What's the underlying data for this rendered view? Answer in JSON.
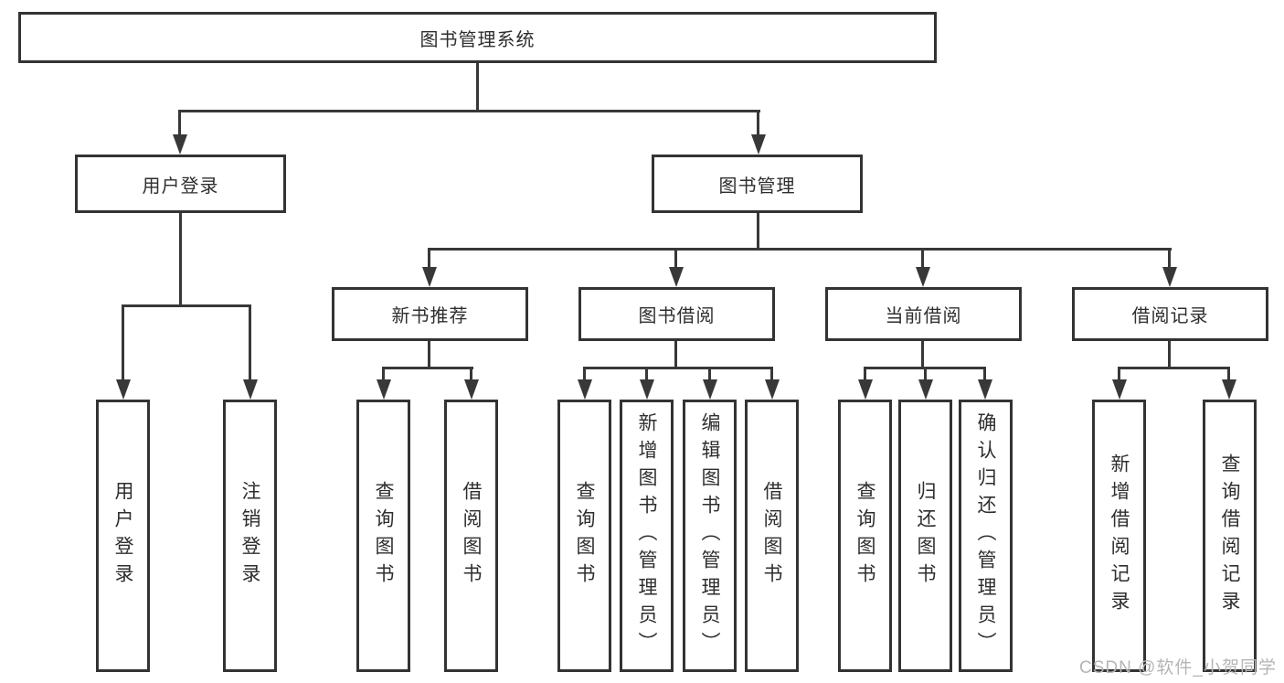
{
  "diagram": {
    "title": "图书管理系统",
    "accent_color": "#383838",
    "watermark": "CSDN @软件_小贺同学",
    "level2": [
      {
        "label": "用户登录"
      },
      {
        "label": "图书管理"
      }
    ],
    "level3": [
      {
        "label": "新书推荐"
      },
      {
        "label": "图书借阅"
      },
      {
        "label": "当前借阅"
      },
      {
        "label": "借阅记录"
      }
    ],
    "leaves": {
      "user_login": [
        "用户登录",
        "注销登录"
      ],
      "new_book": [
        "查询图书",
        "借阅图书"
      ],
      "book_borrow": [
        "查询图书",
        "新增图书（管理员）",
        "编辑图书（管理员）",
        "借阅图书"
      ],
      "current_borrow": [
        "查询图书",
        "归还图书",
        "确认归还（管理员）"
      ],
      "borrow_record": [
        "新增借阅记录",
        "查询借阅记录"
      ]
    }
  }
}
